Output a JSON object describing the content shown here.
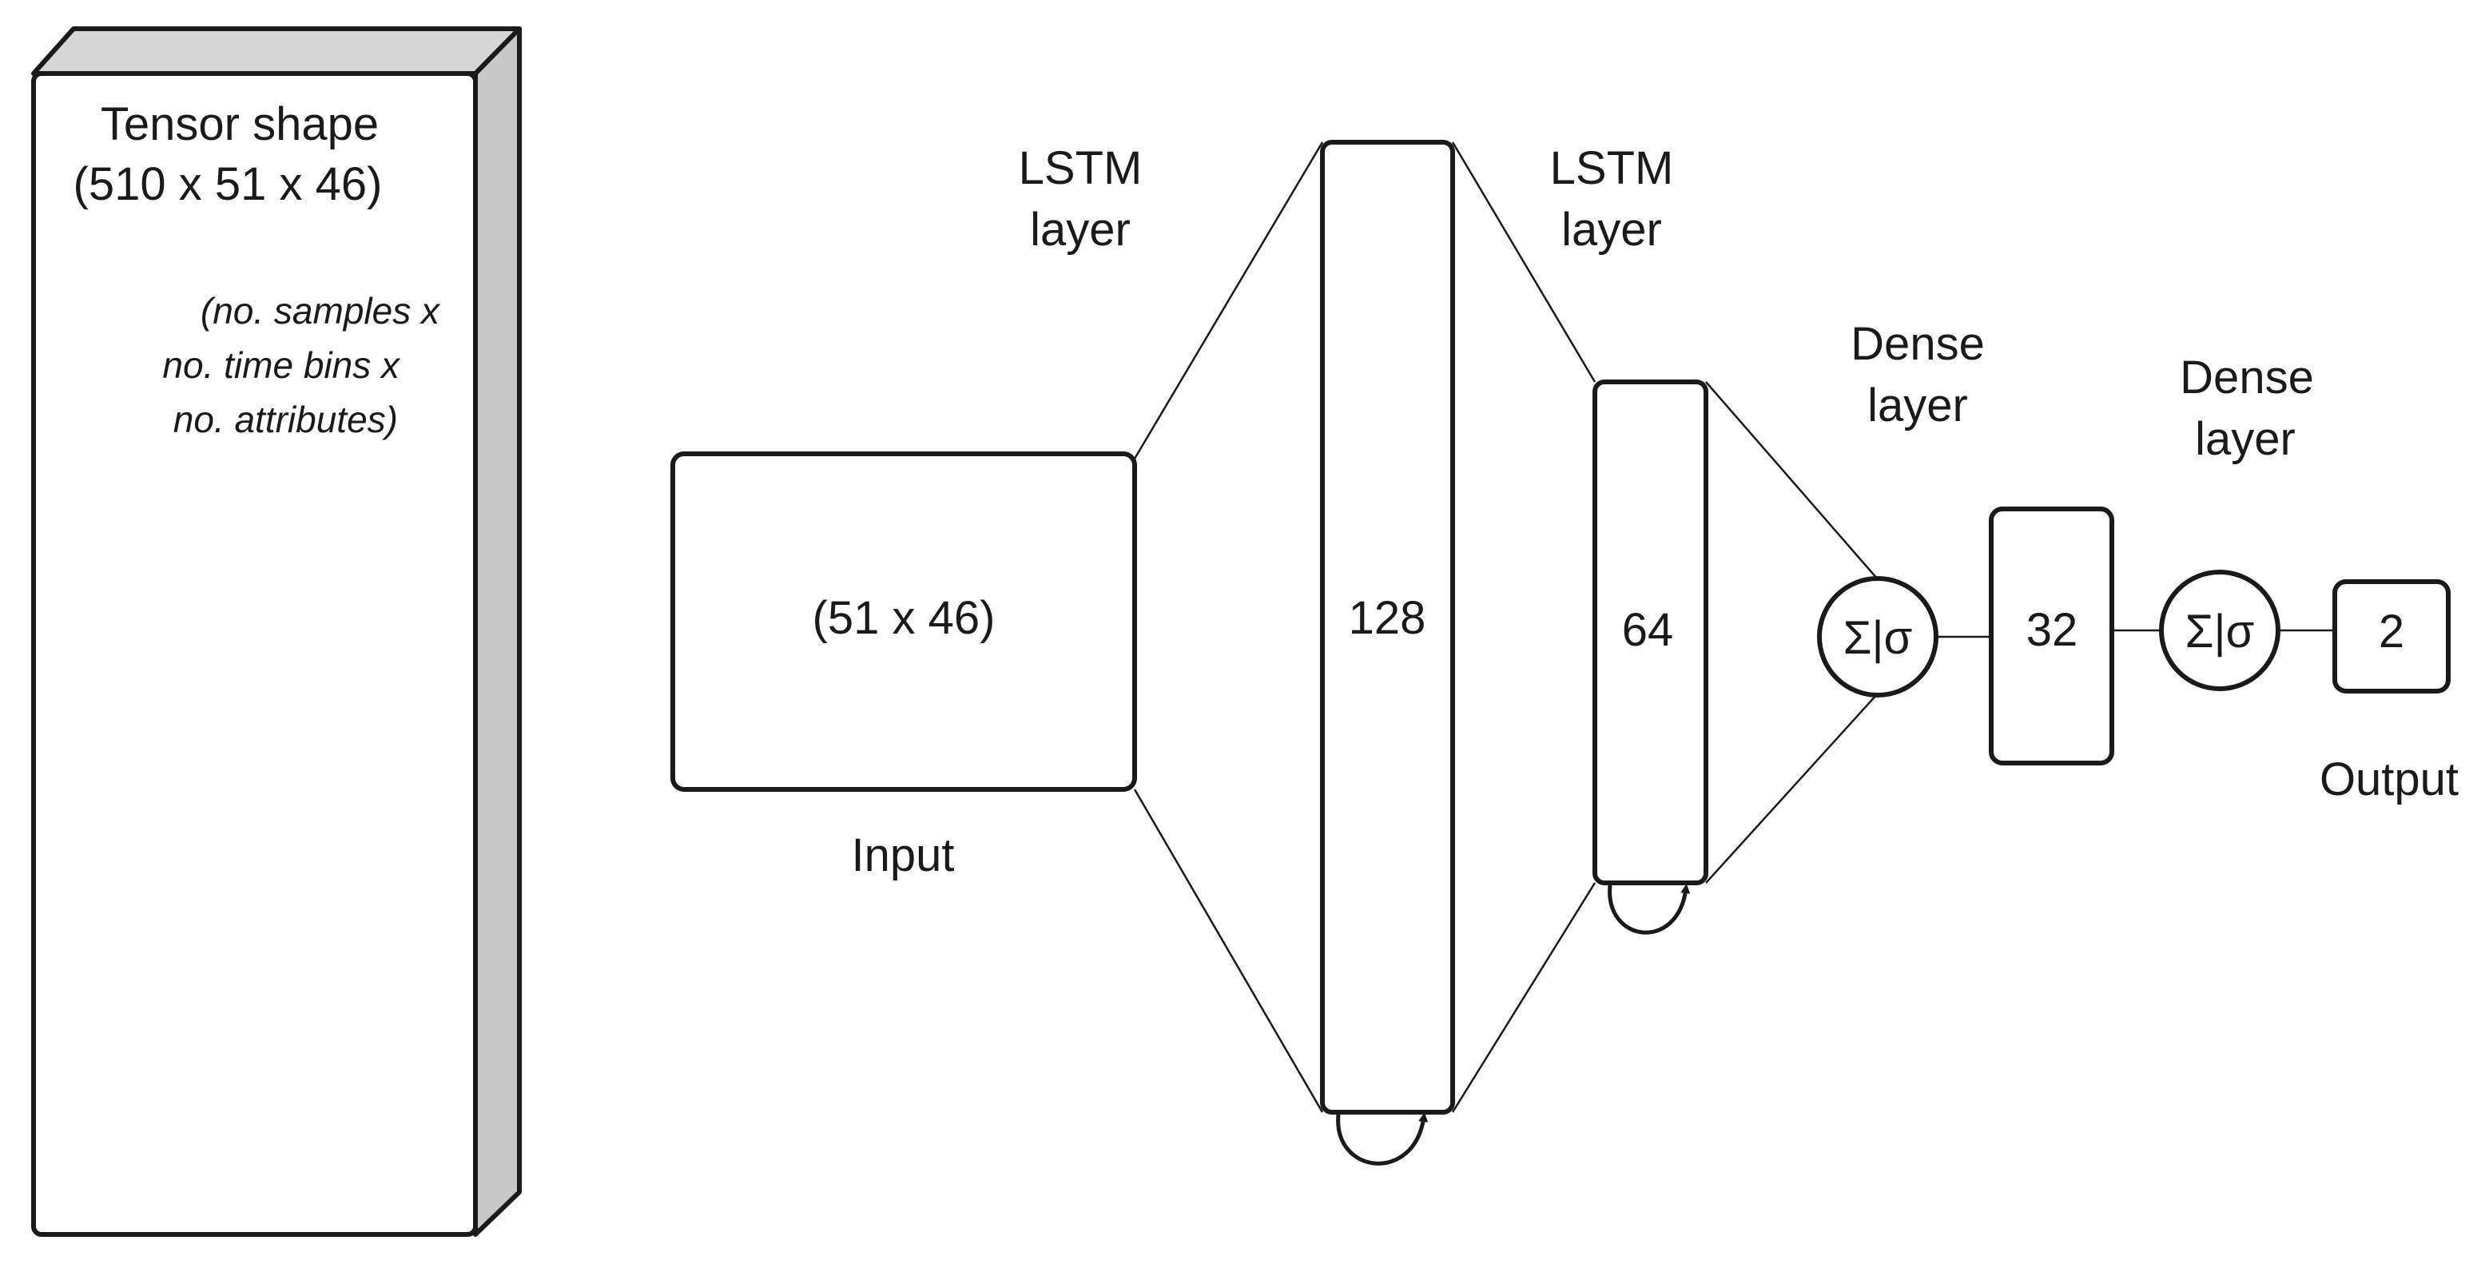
{
  "tensor": {
    "title_line1": "Tensor shape",
    "title_line2": "(510 x 51 x 46)",
    "desc_line1": "(no. samples x",
    "desc_line2": "no. time bins x",
    "desc_line3": "no. attributes)"
  },
  "input": {
    "value": "(51 x 46)",
    "label": "Input"
  },
  "lstm1": {
    "label_line1": "LSTM",
    "label_line2": "layer",
    "units": "128"
  },
  "lstm2": {
    "label_line1": "LSTM",
    "label_line2": "layer",
    "units": "64"
  },
  "dense1": {
    "label_line1": "Dense",
    "label_line2": "layer",
    "activation": "Σ|σ",
    "units": "32"
  },
  "dense2": {
    "label_line1": "Dense",
    "label_line2": "layer",
    "activation": "Σ|σ"
  },
  "output": {
    "units": "2",
    "label": "Output"
  },
  "colors": {
    "stroke": "#1a1a1a",
    "tensor_side": "#c8c8c8",
    "tensor_top": "#d6d6d6"
  }
}
